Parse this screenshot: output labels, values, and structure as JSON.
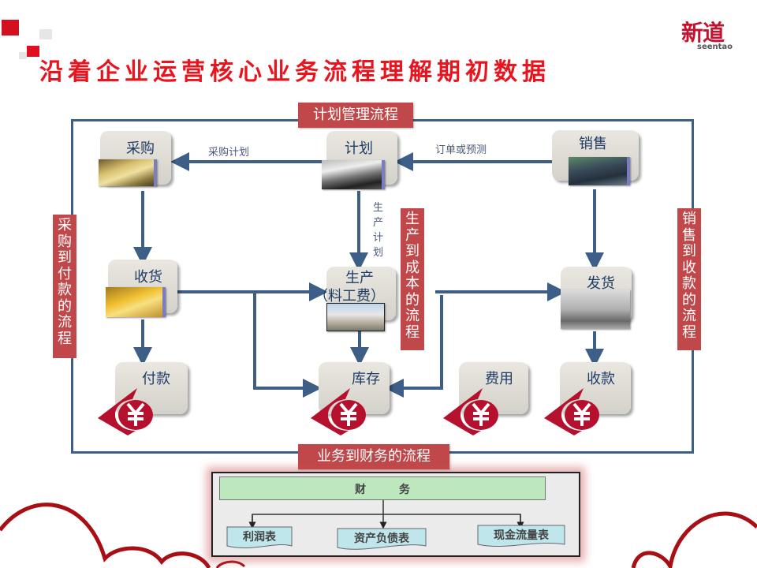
{
  "slide": {
    "title": "沿着企业运营核心业务流程理解期初数据",
    "logo": {
      "chinese": "新道",
      "english": "seentao"
    }
  },
  "colors": {
    "title_red": "#e8141e",
    "label_red": "#c0484a",
    "arrow_blue": "#3d5f87",
    "node_text": "#1f3c66",
    "finance_green": "#bde8be",
    "report_cyan": "#bfe6ea",
    "yuan_red": "#b5102e"
  },
  "section_labels": {
    "plan_management": "计划管理流程",
    "business_to_finance": "业务到财务的流程"
  },
  "vertical_labels": {
    "purchase_to_payment": "采购到付款的流程",
    "production_to_cost": "生产到成本的流程",
    "sales_to_collection": "销售到收款的流程"
  },
  "nodes": {
    "purchase": {
      "label": "采购",
      "image": "warehouse-photo"
    },
    "plan": {
      "label": "计划",
      "image": "meeting-photo"
    },
    "sales": {
      "label": "销售",
      "image": "businessman-photo"
    },
    "receiving": {
      "label": "收货",
      "image": "goods-photo"
    },
    "production": {
      "label": "生产",
      "label2": "（料工费）",
      "image": "factory-photo"
    },
    "shipping": {
      "label": "发货",
      "image": "loading-dock-photo"
    },
    "payment": {
      "label": "付款",
      "icon": "yuan-icon"
    },
    "inventory": {
      "label": "库存",
      "icon": "yuan-icon"
    },
    "expense": {
      "label": "费用",
      "icon": "yuan-icon"
    },
    "collection": {
      "label": "收款",
      "icon": "yuan-icon"
    }
  },
  "edge_labels": {
    "plan_to_purchase": "采购计划",
    "sales_to_plan": "订单或预测",
    "plan_to_production": "生产计划"
  },
  "finance": {
    "header": "财　　　务",
    "reports": [
      "利润表",
      "资产负债表",
      "现金流量表"
    ]
  }
}
